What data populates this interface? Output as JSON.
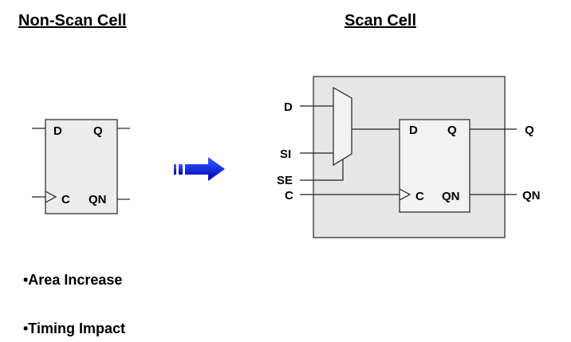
{
  "left": {
    "title": "Non-Scan Cell",
    "pins": {
      "d": "D",
      "q": "Q",
      "c": "C",
      "qn": "QN"
    }
  },
  "right": {
    "title": "Scan Cell",
    "inputs": {
      "d": "D",
      "si": "SI",
      "se": "SE",
      "c": "C"
    },
    "flop_pins": {
      "d": "D",
      "q": "Q",
      "c": "C",
      "qn": "QN"
    },
    "outputs": {
      "q": "Q",
      "qn": "QN"
    }
  },
  "bullets": [
    "•Area Increase",
    "•Timing Impact"
  ],
  "colors": {
    "cell_fill": "#ececec",
    "wrapper_fill": "#e6e6e6",
    "stroke": "#222222",
    "arrow_dark": "#0000a8",
    "arrow_light": "#3f5cff"
  }
}
